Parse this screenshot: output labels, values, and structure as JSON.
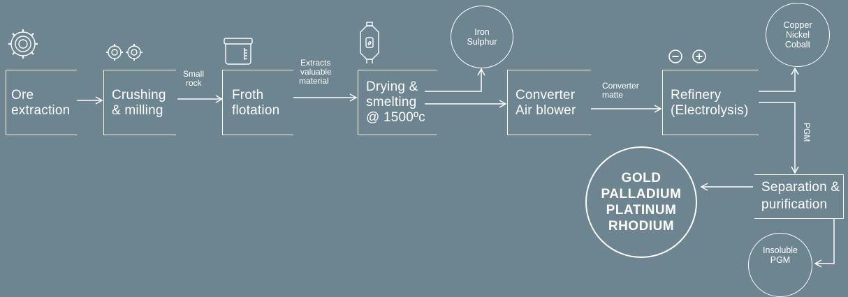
{
  "steps": {
    "ore": [
      "Ore",
      "extraction"
    ],
    "crushing": [
      "Crushing",
      "& milling"
    ],
    "froth": [
      "Froth",
      "flotation"
    ],
    "drying": [
      "Drying &",
      "smelting",
      "@ 1500ºc"
    ],
    "converter": [
      "Converter",
      "Air blower"
    ],
    "refinery": [
      "Refinery",
      "(Electrolysis)"
    ],
    "separation": [
      "Separation &",
      "purification"
    ]
  },
  "arrow_labels": {
    "small_rock": [
      "Small",
      "rock"
    ],
    "extracts": [
      "Extracts",
      "valuable",
      "material"
    ],
    "converter_matte": [
      "Converter",
      "matte"
    ],
    "pgm": "PGM"
  },
  "outputs": {
    "iron_sulphur": [
      "Iron",
      "Sulphur"
    ],
    "copper_nickel_cobalt": [
      "Copper",
      "Nickel",
      "Cobalt"
    ],
    "precious_metals": [
      "GOLD",
      "PALLADIUM",
      "PLATINUM",
      "RHODIUM"
    ],
    "insoluble": [
      "Insoluble",
      "PGM"
    ]
  },
  "icons": {
    "ore": "gear-icon",
    "crushing": "gears-icon",
    "froth": "tank-icon",
    "drying": "furnace-icon",
    "refinery_minus": "minus-icon",
    "refinery_plus": "plus-icon"
  },
  "colors": {
    "background": "#6d8590",
    "line": "#ffffff"
  }
}
